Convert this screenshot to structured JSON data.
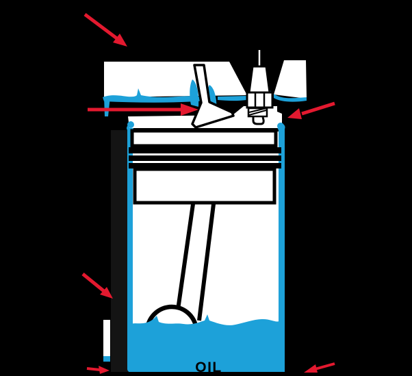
{
  "diagram": {
    "labels": {
      "oil": "OIL"
    },
    "colors": {
      "background": "#000000",
      "engine_white": "#ffffff",
      "oil_blue": "#1da1d9",
      "arrow_red": "#e3192f",
      "outline": "#000000",
      "block_shadow": "#141414"
    },
    "pointers": [
      {
        "name": "arrow-valve-cover-top"
      },
      {
        "name": "arrow-valve-stem"
      },
      {
        "name": "arrow-cylinder-head-right"
      },
      {
        "name": "arrow-cylinder-wall"
      },
      {
        "name": "arrow-dipstick"
      },
      {
        "name": "arrow-oil-sump"
      }
    ]
  }
}
